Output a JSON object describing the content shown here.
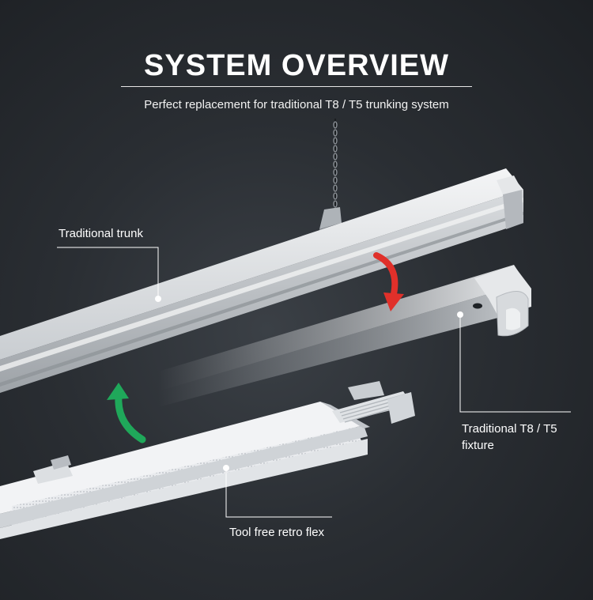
{
  "header": {
    "title": "SYSTEM OVERVIEW",
    "subtitle": "Perfect replacement for traditional T8 / T5 trunking system"
  },
  "callouts": {
    "trunk": "Traditional trunk",
    "fixture_line1": "Traditional T8 / T5",
    "fixture_line2": "fixture",
    "retro": "Tool free retro flex"
  },
  "colors": {
    "background": "#2a2e33",
    "remove_arrow": "#e0302a",
    "insert_arrow": "#1fa85a",
    "text": "#ffffff"
  },
  "icons": {
    "remove_arrow": "curved-arrow-down-icon",
    "insert_arrow": "curved-arrow-up-icon"
  }
}
